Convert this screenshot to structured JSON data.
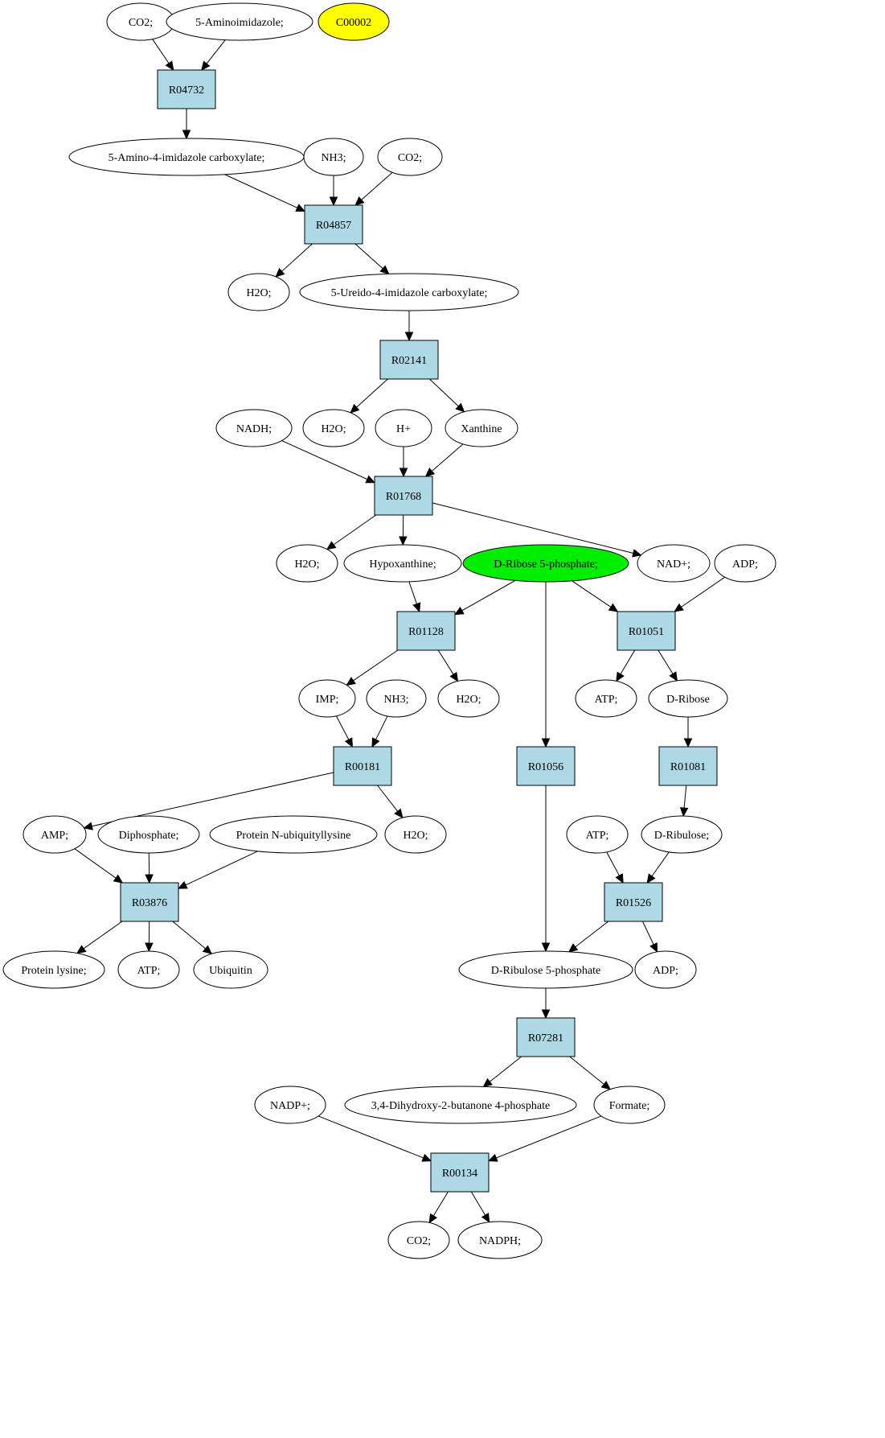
{
  "diagram": {
    "type": "metabolic-pathway-graph",
    "colors": {
      "reaction_fill": "#add8e6",
      "compound_fill": "#ffffff",
      "highlight_start": "#ffff00",
      "highlight_target": "#00ee00",
      "stroke": "#000000"
    },
    "nodes": [
      {
        "id": "c_co2_a",
        "label": "CO2;",
        "kind": "compound"
      },
      {
        "id": "c_aminoimidazole",
        "label": "5-Aminoimidazole;",
        "kind": "compound"
      },
      {
        "id": "c_c00002",
        "label": "C00002",
        "kind": "compound",
        "highlight": "start"
      },
      {
        "id": "r_R04732",
        "label": "R04732",
        "kind": "reaction"
      },
      {
        "id": "c_amino_carbox",
        "label": "5-Amino-4-imidazole carboxylate;",
        "kind": "compound"
      },
      {
        "id": "c_nh3_a",
        "label": "NH3;",
        "kind": "compound"
      },
      {
        "id": "c_co2_b",
        "label": "CO2;",
        "kind": "compound"
      },
      {
        "id": "r_R04857",
        "label": "R04857",
        "kind": "reaction"
      },
      {
        "id": "c_h2o_a",
        "label": "H2O;",
        "kind": "compound"
      },
      {
        "id": "c_ureido_carbox",
        "label": "5-Ureido-4-imidazole carboxylate;",
        "kind": "compound"
      },
      {
        "id": "r_R02141",
        "label": "R02141",
        "kind": "reaction"
      },
      {
        "id": "c_nadh",
        "label": "NADH;",
        "kind": "compound"
      },
      {
        "id": "c_h2o_b",
        "label": "H2O;",
        "kind": "compound"
      },
      {
        "id": "c_hplus",
        "label": "H+",
        "kind": "compound"
      },
      {
        "id": "c_xanthine",
        "label": "Xanthine",
        "kind": "compound"
      },
      {
        "id": "r_R01768",
        "label": "R01768",
        "kind": "reaction"
      },
      {
        "id": "c_h2o_c",
        "label": "H2O;",
        "kind": "compound"
      },
      {
        "id": "c_hypoxanthine",
        "label": "Hypoxanthine;",
        "kind": "compound"
      },
      {
        "id": "c_ribose5p",
        "label": "D-Ribose 5-phosphate;",
        "kind": "compound",
        "highlight": "target"
      },
      {
        "id": "c_nadplus",
        "label": "NAD+;",
        "kind": "compound"
      },
      {
        "id": "c_adp_a",
        "label": "ADP;",
        "kind": "compound"
      },
      {
        "id": "r_R01128",
        "label": "R01128",
        "kind": "reaction"
      },
      {
        "id": "r_R01051",
        "label": "R01051",
        "kind": "reaction"
      },
      {
        "id": "c_imp",
        "label": "IMP;",
        "kind": "compound"
      },
      {
        "id": "c_nh3_b",
        "label": "NH3;",
        "kind": "compound"
      },
      {
        "id": "c_h2o_d",
        "label": "H2O;",
        "kind": "compound"
      },
      {
        "id": "c_atp_a",
        "label": "ATP;",
        "kind": "compound"
      },
      {
        "id": "c_dribose",
        "label": "D-Ribose",
        "kind": "compound"
      },
      {
        "id": "r_R00181",
        "label": "R00181",
        "kind": "reaction"
      },
      {
        "id": "r_R01056",
        "label": "R01056",
        "kind": "reaction"
      },
      {
        "id": "r_R01081",
        "label": "R01081",
        "kind": "reaction"
      },
      {
        "id": "c_amp",
        "label": "AMP;",
        "kind": "compound"
      },
      {
        "id": "c_diphosphate",
        "label": "Diphosphate;",
        "kind": "compound"
      },
      {
        "id": "c_prot_ubiq",
        "label": "Protein N-ubiquityllysine",
        "kind": "compound"
      },
      {
        "id": "c_h2o_e",
        "label": "H2O;",
        "kind": "compound"
      },
      {
        "id": "c_atp_b",
        "label": "ATP;",
        "kind": "compound"
      },
      {
        "id": "c_dribulose",
        "label": "D-Ribulose;",
        "kind": "compound"
      },
      {
        "id": "r_R03876",
        "label": "R03876",
        "kind": "reaction"
      },
      {
        "id": "r_R01526",
        "label": "R01526",
        "kind": "reaction"
      },
      {
        "id": "c_prot_lysine",
        "label": "Protein lysine;",
        "kind": "compound"
      },
      {
        "id": "c_atp_c",
        "label": "ATP;",
        "kind": "compound"
      },
      {
        "id": "c_ubiquitin",
        "label": "Ubiquitin",
        "kind": "compound"
      },
      {
        "id": "c_ribulose5p",
        "label": "D-Ribulose 5-phosphate",
        "kind": "compound"
      },
      {
        "id": "c_adp_b",
        "label": "ADP;",
        "kind": "compound"
      },
      {
        "id": "r_R07281",
        "label": "R07281",
        "kind": "reaction"
      },
      {
        "id": "c_nadpplus",
        "label": "NADP+;",
        "kind": "compound"
      },
      {
        "id": "c_dhbp",
        "label": "3,4-Dihydroxy-2-butanone 4-phosphate",
        "kind": "compound"
      },
      {
        "id": "c_formate",
        "label": "Formate;",
        "kind": "compound"
      },
      {
        "id": "r_R00134",
        "label": "R00134",
        "kind": "reaction"
      },
      {
        "id": "c_co2_c",
        "label": "CO2;",
        "kind": "compound"
      },
      {
        "id": "c_nadph",
        "label": "NADPH;",
        "kind": "compound"
      }
    ],
    "edges": [
      [
        "c_co2_a",
        "r_R04732"
      ],
      [
        "c_aminoimidazole",
        "r_R04732"
      ],
      [
        "r_R04732",
        "c_amino_carbox"
      ],
      [
        "c_amino_carbox",
        "r_R04857"
      ],
      [
        "c_nh3_a",
        "r_R04857"
      ],
      [
        "c_co2_b",
        "r_R04857"
      ],
      [
        "r_R04857",
        "c_h2o_a"
      ],
      [
        "r_R04857",
        "c_ureido_carbox"
      ],
      [
        "c_ureido_carbox",
        "r_R02141"
      ],
      [
        "r_R02141",
        "c_h2o_b"
      ],
      [
        "r_R02141",
        "c_xanthine"
      ],
      [
        "c_nadh",
        "r_R01768"
      ],
      [
        "c_hplus",
        "r_R01768"
      ],
      [
        "c_xanthine",
        "r_R01768"
      ],
      [
        "r_R01768",
        "c_h2o_c"
      ],
      [
        "r_R01768",
        "c_hypoxanthine"
      ],
      [
        "r_R01768",
        "c_nadplus"
      ],
      [
        "c_hypoxanthine",
        "r_R01128"
      ],
      [
        "c_ribose5p",
        "r_R01128"
      ],
      [
        "c_ribose5p",
        "r_R01051"
      ],
      [
        "c_adp_a",
        "r_R01051"
      ],
      [
        "c_ribose5p",
        "r_R01056"
      ],
      [
        "r_R01128",
        "c_imp"
      ],
      [
        "r_R01128",
        "c_h2o_d"
      ],
      [
        "r_R01051",
        "c_atp_a"
      ],
      [
        "r_R01051",
        "c_dribose"
      ],
      [
        "c_imp",
        "r_R00181"
      ],
      [
        "c_nh3_b",
        "r_R00181"
      ],
      [
        "c_dribose",
        "r_R01081"
      ],
      [
        "r_R00181",
        "c_amp"
      ],
      [
        "r_R00181",
        "c_h2o_e"
      ],
      [
        "r_R01081",
        "c_dribulose"
      ],
      [
        "c_amp",
        "r_R03876"
      ],
      [
        "c_diphosphate",
        "r_R03876"
      ],
      [
        "c_prot_ubiq",
        "r_R03876"
      ],
      [
        "c_atp_b",
        "r_R01526"
      ],
      [
        "c_dribulose",
        "r_R01526"
      ],
      [
        "r_R03876",
        "c_prot_lysine"
      ],
      [
        "r_R03876",
        "c_atp_c"
      ],
      [
        "r_R03876",
        "c_ubiquitin"
      ],
      [
        "r_R01056",
        "c_ribulose5p"
      ],
      [
        "r_R01526",
        "c_ribulose5p"
      ],
      [
        "r_R01526",
        "c_adp_b"
      ],
      [
        "c_ribulose5p",
        "r_R07281"
      ],
      [
        "r_R07281",
        "c_dhbp"
      ],
      [
        "r_R07281",
        "c_formate"
      ],
      [
        "c_nadpplus",
        "r_R00134"
      ],
      [
        "c_formate",
        "r_R00134"
      ],
      [
        "r_R00134",
        "c_co2_c"
      ],
      [
        "r_R00134",
        "c_nadph"
      ]
    ]
  }
}
